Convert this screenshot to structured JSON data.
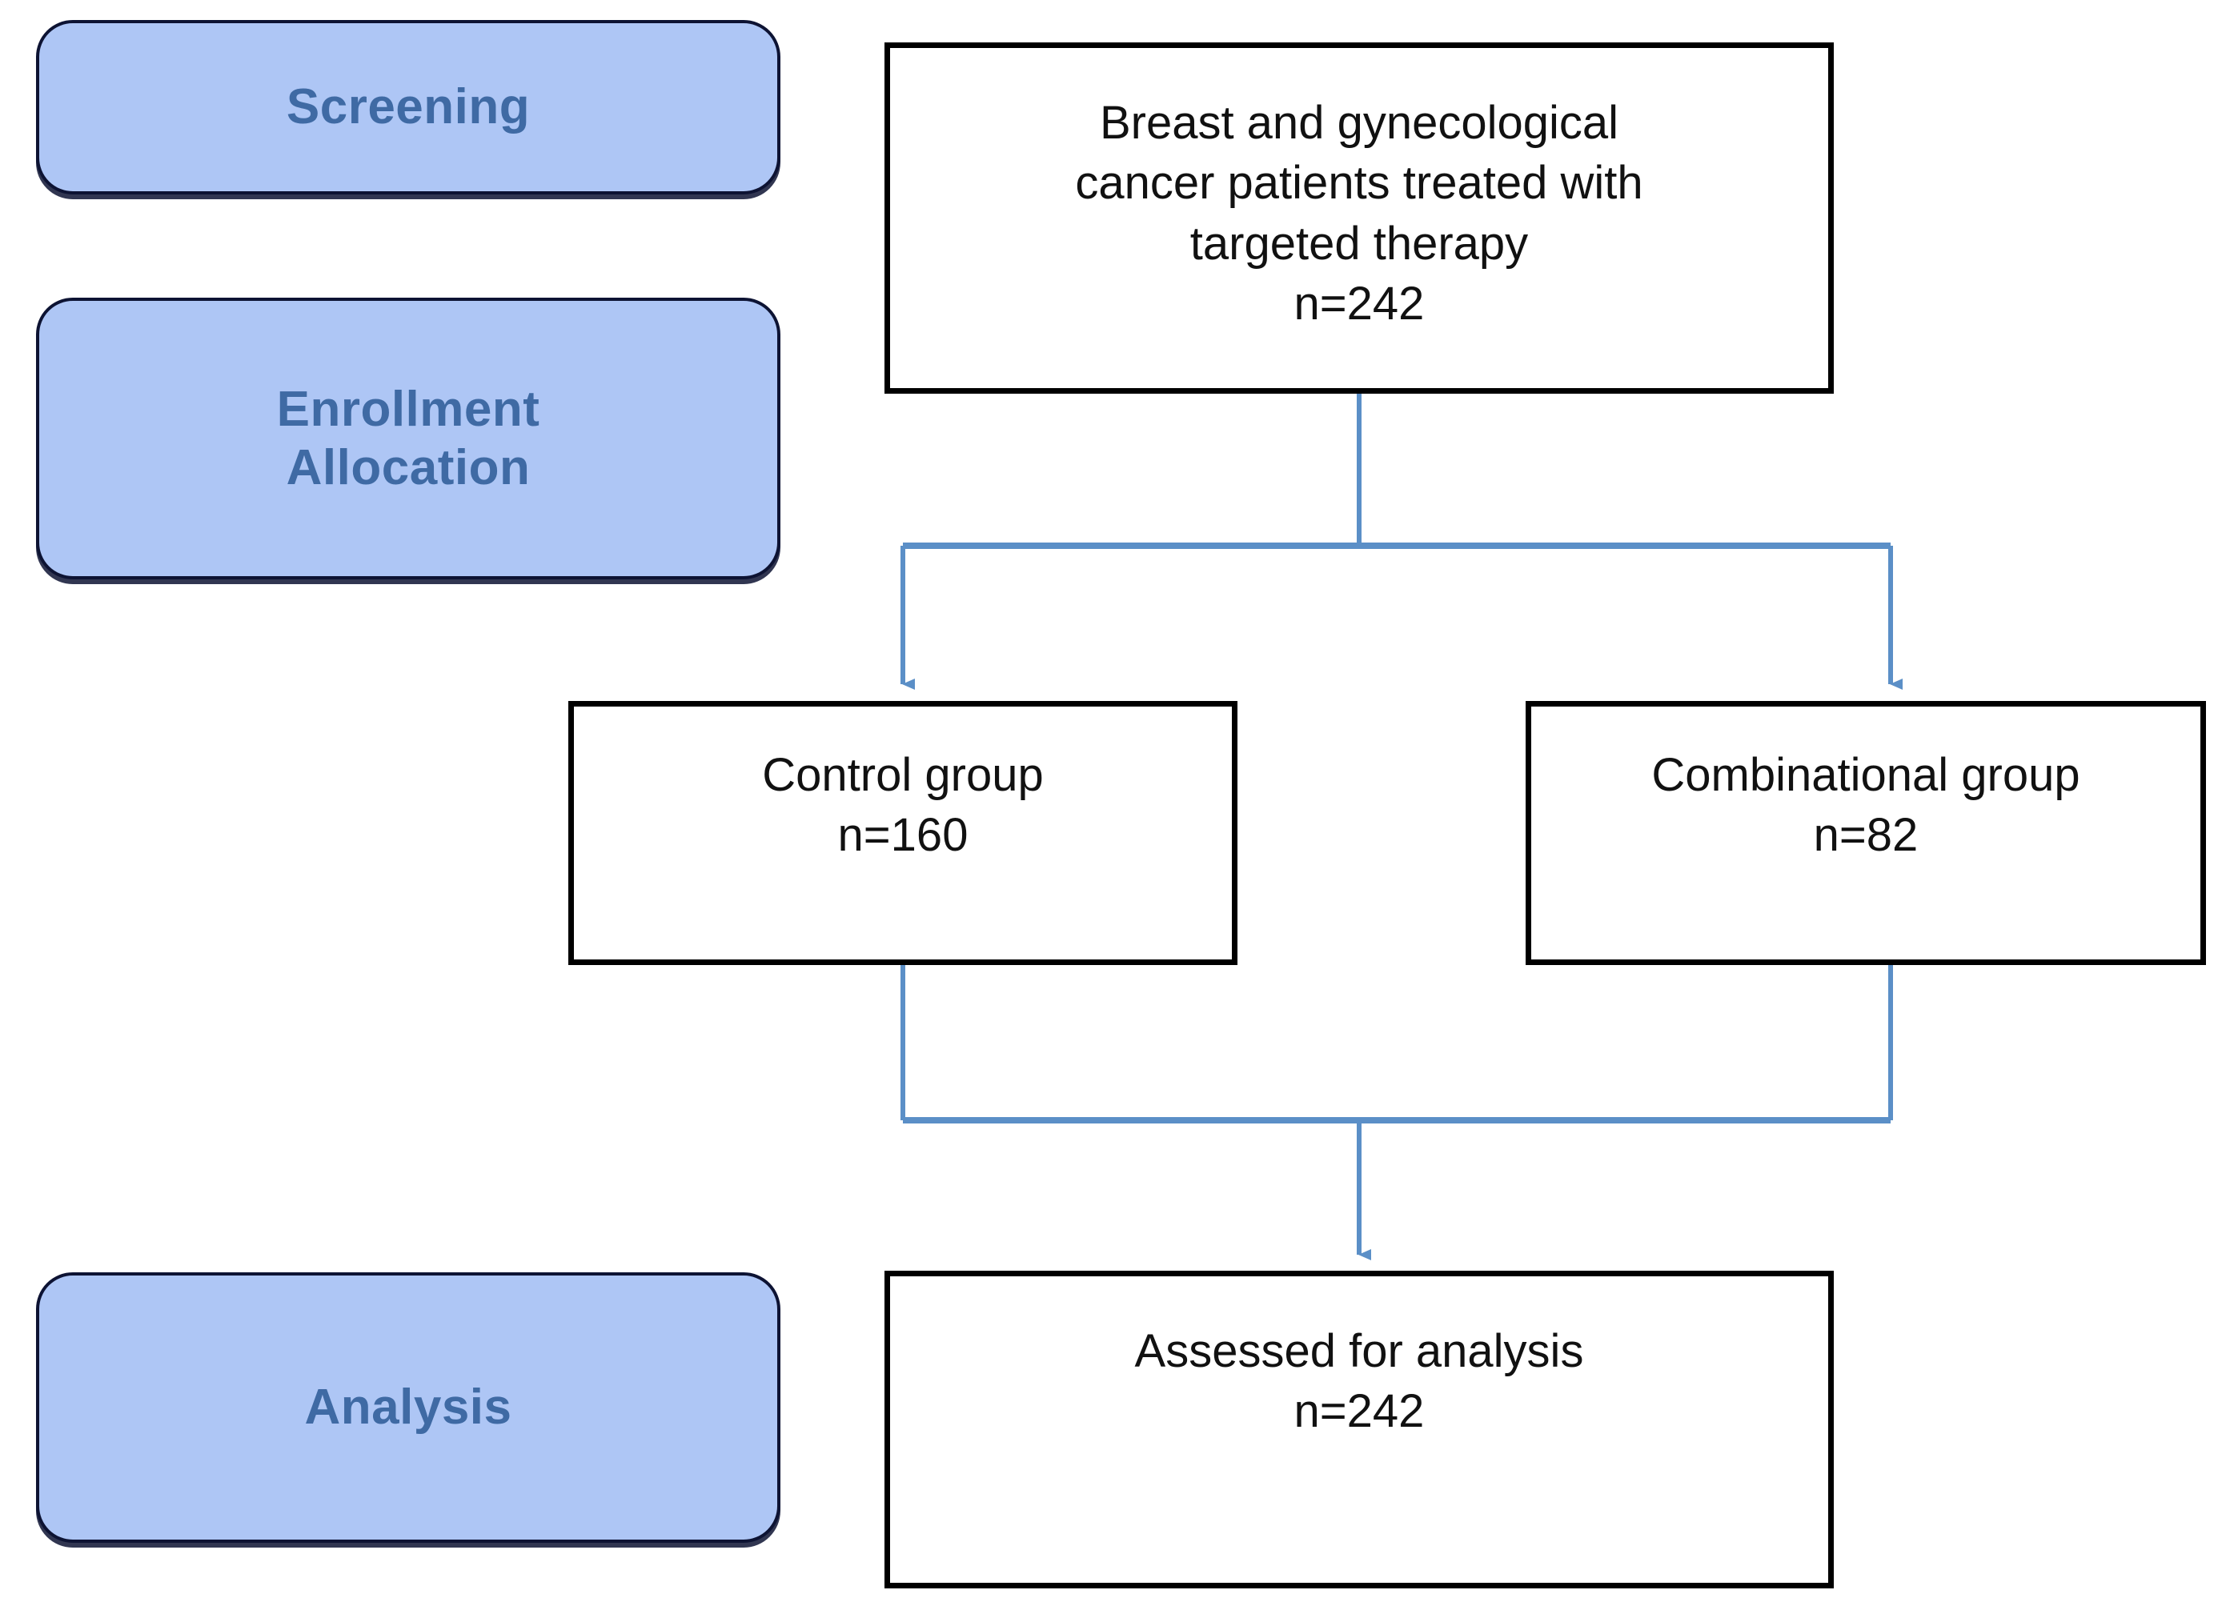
{
  "diagram": {
    "title": "CONSORT participant flow diagram",
    "colors": {
      "stage_fill": "#AEC6F5",
      "stage_border": "#0D1333",
      "stage_text": "#3F6AA4",
      "node_border": "#000000",
      "node_fill": "#FFFFFF",
      "node_text": "#111111",
      "connector": "#5B8FC7",
      "background": "#FFFFFF"
    }
  },
  "stages": [
    {
      "id": "screening",
      "label": "Screening"
    },
    {
      "id": "enrollment",
      "label": "Enrollment\nAllocation"
    },
    {
      "id": "analysis",
      "label": "Analysis"
    }
  ],
  "nodes": {
    "screened": {
      "text": "Breast and gynecological\ncancer patients treated with\ntargeted therapy\nn=242",
      "label": "Breast and gynecological cancer patients treated with targeted therapy",
      "count": "n=242"
    },
    "control": {
      "text": "Control group\nn=160",
      "label": "Control group",
      "count": "n=160"
    },
    "combination": {
      "text": "Combinational group\nn=82",
      "label": "Combinational group",
      "count": "n=82"
    },
    "assessed": {
      "text": "Assessed for analysis\nn=242",
      "label": "Assessed for analysis",
      "count": "n=242"
    }
  },
  "connectors": [
    {
      "id": "screened-to-split",
      "from": "screened",
      "to": "split-allocation",
      "type": "line"
    },
    {
      "id": "split-to-control",
      "from": "split-allocation",
      "to": "control",
      "type": "arrow"
    },
    {
      "id": "split-to-combination",
      "from": "split-allocation",
      "to": "combination",
      "type": "arrow"
    },
    {
      "id": "control-to-merge",
      "from": "control",
      "to": "merge-analysis",
      "type": "line"
    },
    {
      "id": "combination-to-merge",
      "from": "combination",
      "to": "merge-analysis",
      "type": "line"
    },
    {
      "id": "merge-to-assessed",
      "from": "merge-analysis",
      "to": "assessed",
      "type": "arrow"
    }
  ]
}
